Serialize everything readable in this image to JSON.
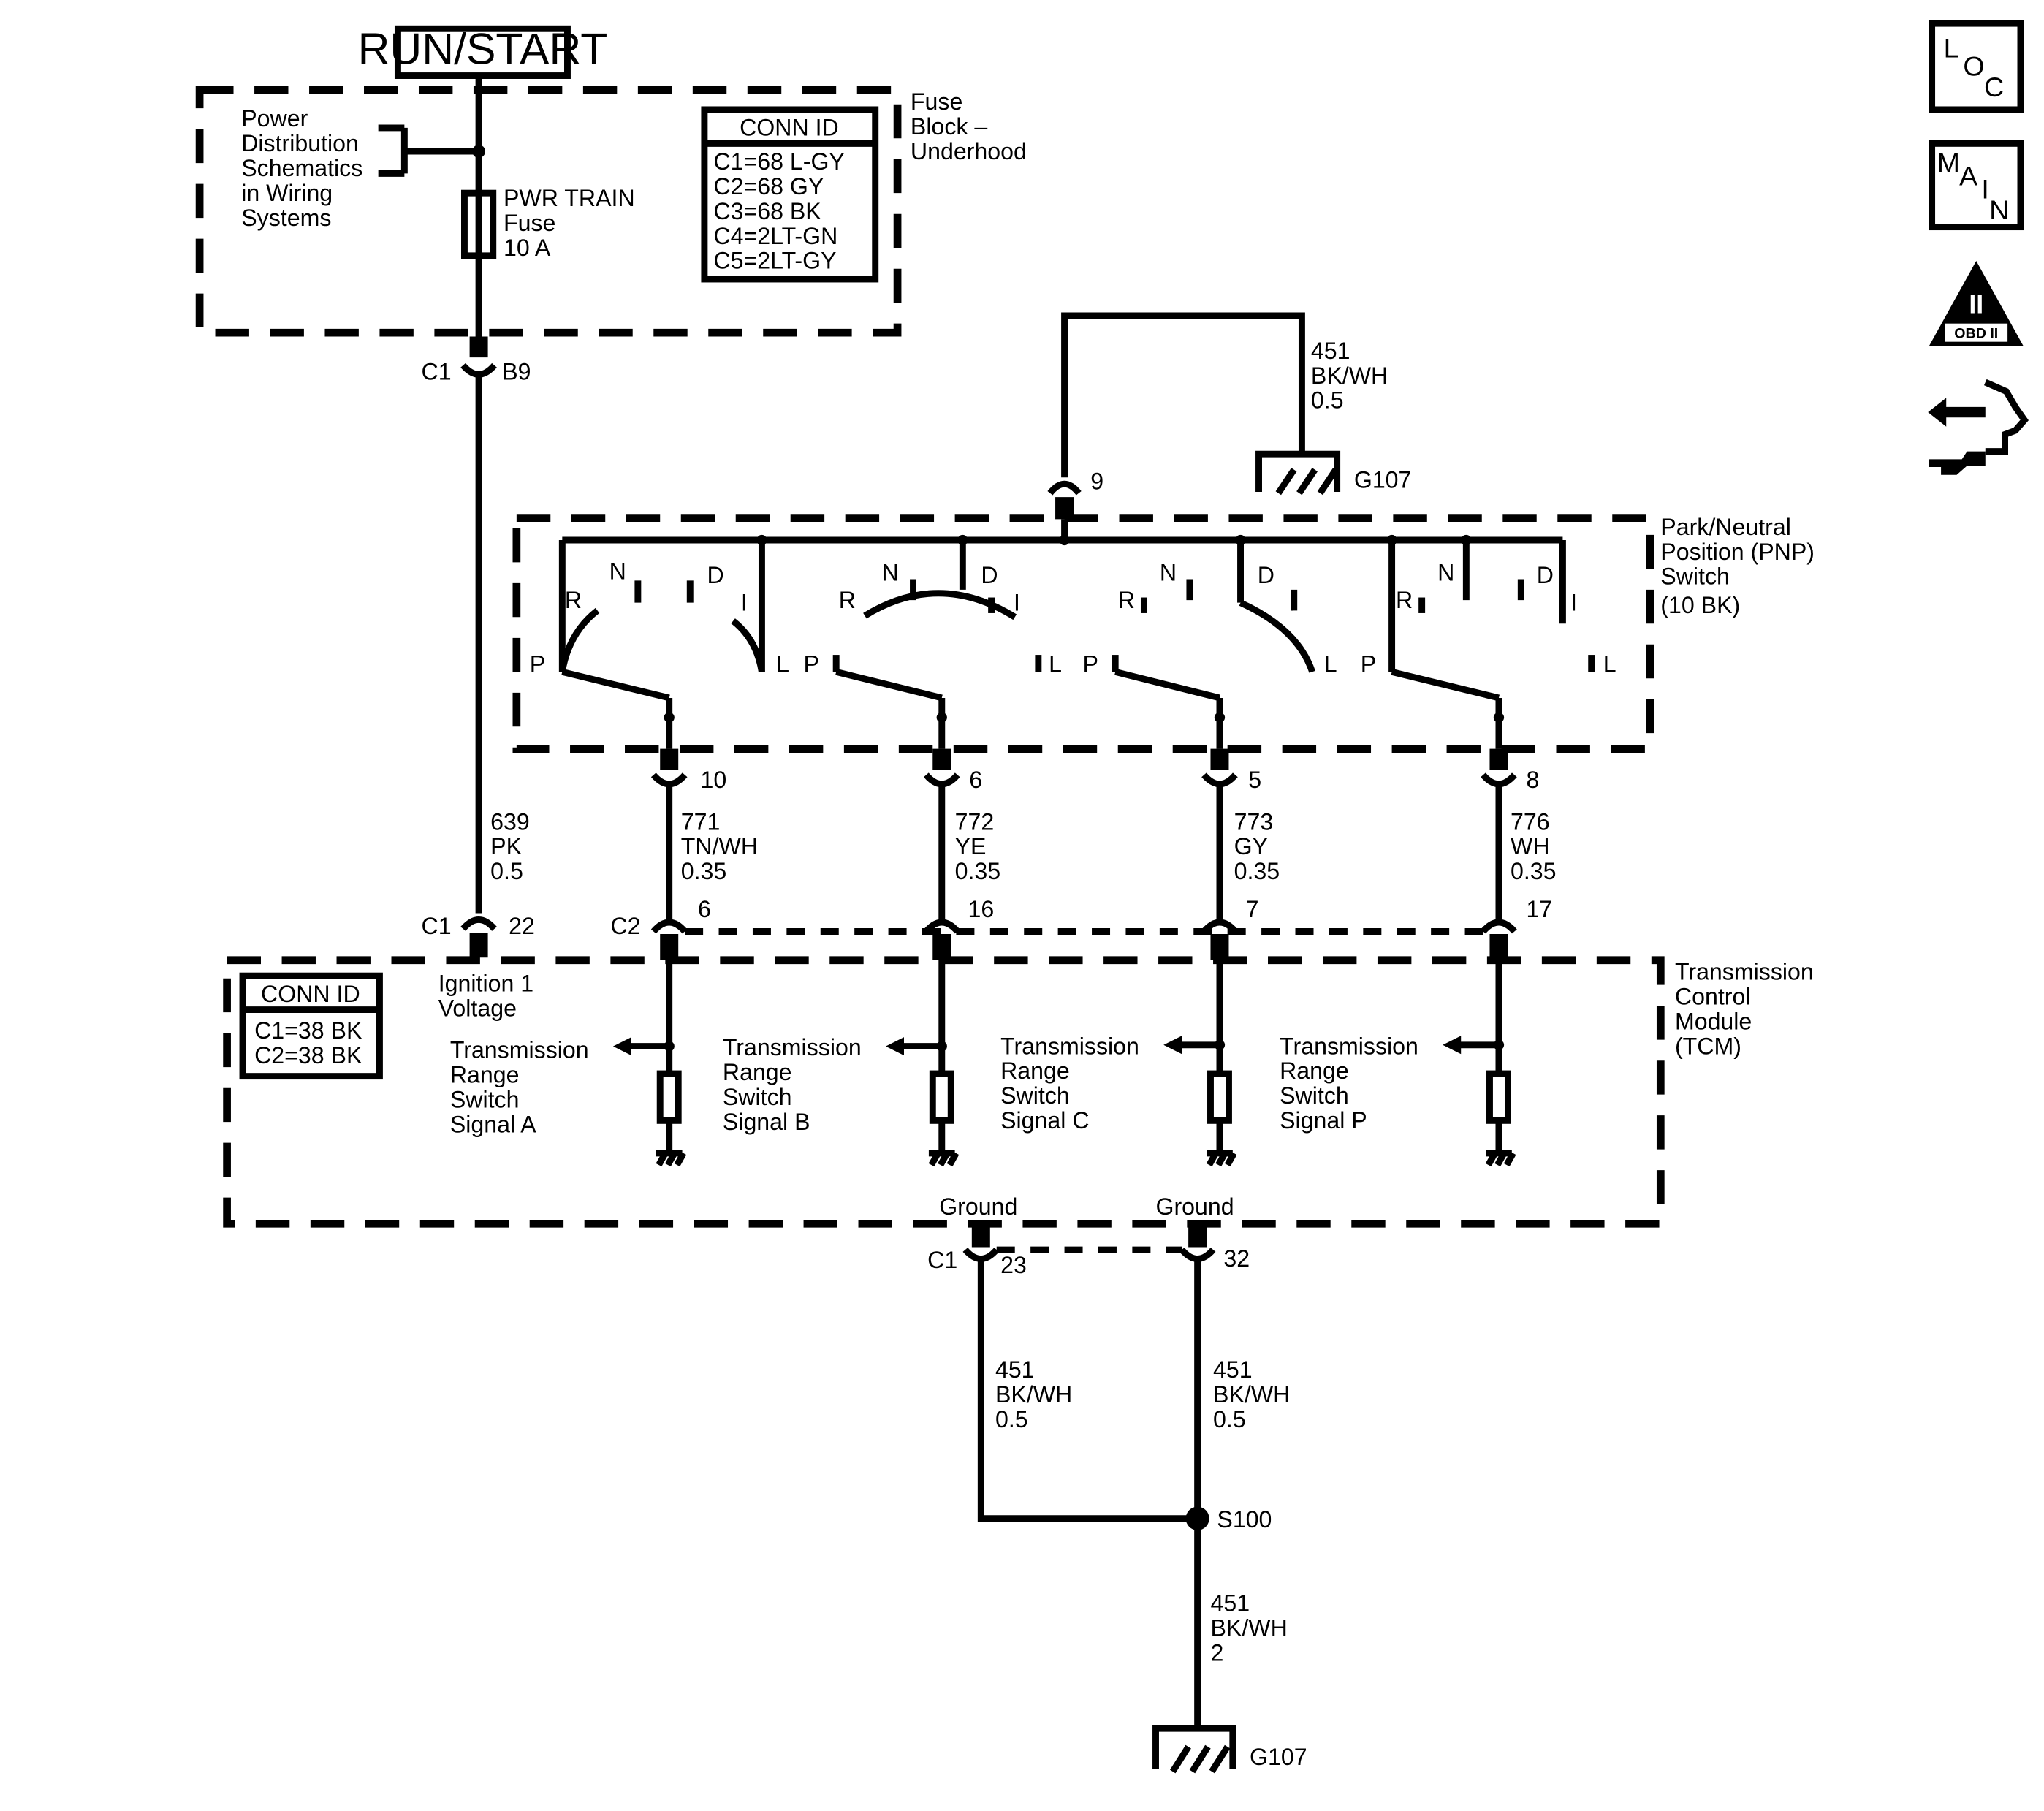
{
  "run_start": "RUN/START",
  "power_dist": [
    "Power",
    "Distribution",
    "Schematics",
    "in Wiring",
    "Systems"
  ],
  "fuse": [
    "PWR TRAIN",
    "Fuse",
    "10 A"
  ],
  "fuse_block": [
    "Fuse",
    "Block –",
    "Underhood"
  ],
  "conn_id_top": {
    "title": "CONN ID",
    "rows": [
      "C1=68 L-GY",
      "C2=68 GY",
      "C3=68 BK",
      "C4=2LT-GN",
      "C5=2LT-GY"
    ]
  },
  "conn_id_tcm": {
    "title": "CONN ID",
    "rows": [
      "C1=38 BK",
      "C2=38 BK"
    ]
  },
  "c1_b9": {
    "conn": "C1",
    "pin": "B9"
  },
  "wire_639": [
    "639",
    "PK",
    "0.5"
  ],
  "c1_22": {
    "conn": "C1",
    "pin": "22"
  },
  "ignition": [
    "Ignition 1",
    "Voltage"
  ],
  "ground_top": {
    "circuit": [
      "451",
      "BK/WH",
      "0.5"
    ],
    "pin": "9",
    "ground": "G107"
  },
  "pnp": [
    "Park/Neutral",
    "Position (PNP)",
    "Switch",
    "(10 BK)"
  ],
  "switch_letters": {
    "P": "P",
    "R": "R",
    "N": "N",
    "D": "D",
    "I": "I",
    "L": "L"
  },
  "pnp_pins": [
    "10",
    "6",
    "5",
    "8"
  ],
  "signal_wires": [
    [
      "771",
      "TN/WH",
      "0.35"
    ],
    [
      "772",
      "YE",
      "0.35"
    ],
    [
      "773",
      "GY",
      "0.35"
    ],
    [
      "776",
      "WH",
      "0.35"
    ]
  ],
  "c2_label": "C2",
  "c2_pins": [
    "6",
    "16",
    "7",
    "17"
  ],
  "tcm": [
    "Transmission",
    "Control",
    "Module",
    "(TCM)"
  ],
  "signals": [
    [
      "Transmission",
      "Range",
      "Switch",
      "Signal A"
    ],
    [
      "Transmission",
      "Range",
      "Switch",
      "Signal B"
    ],
    [
      "Transmission",
      "Range",
      "Switch",
      "Signal C"
    ],
    [
      "Transmission",
      "Range",
      "Switch",
      "Signal P"
    ]
  ],
  "grounds": {
    "label": "Ground",
    "conn": "C1",
    "pins": [
      "23",
      "32"
    ]
  },
  "ground_wires": [
    [
      "451",
      "BK/WH",
      "0.5"
    ],
    [
      "451",
      "BK/WH",
      "0.5"
    ]
  ],
  "splice": "S100",
  "bottom_wire": [
    "451",
    "BK/WH",
    "2"
  ],
  "bottom_ground": "G107",
  "side_icons": {
    "loc": [
      "L",
      "O",
      "C"
    ],
    "main": [
      "M",
      "A",
      "I",
      "N"
    ],
    "obd": {
      "numeral": "II",
      "label": "OBD II"
    }
  }
}
